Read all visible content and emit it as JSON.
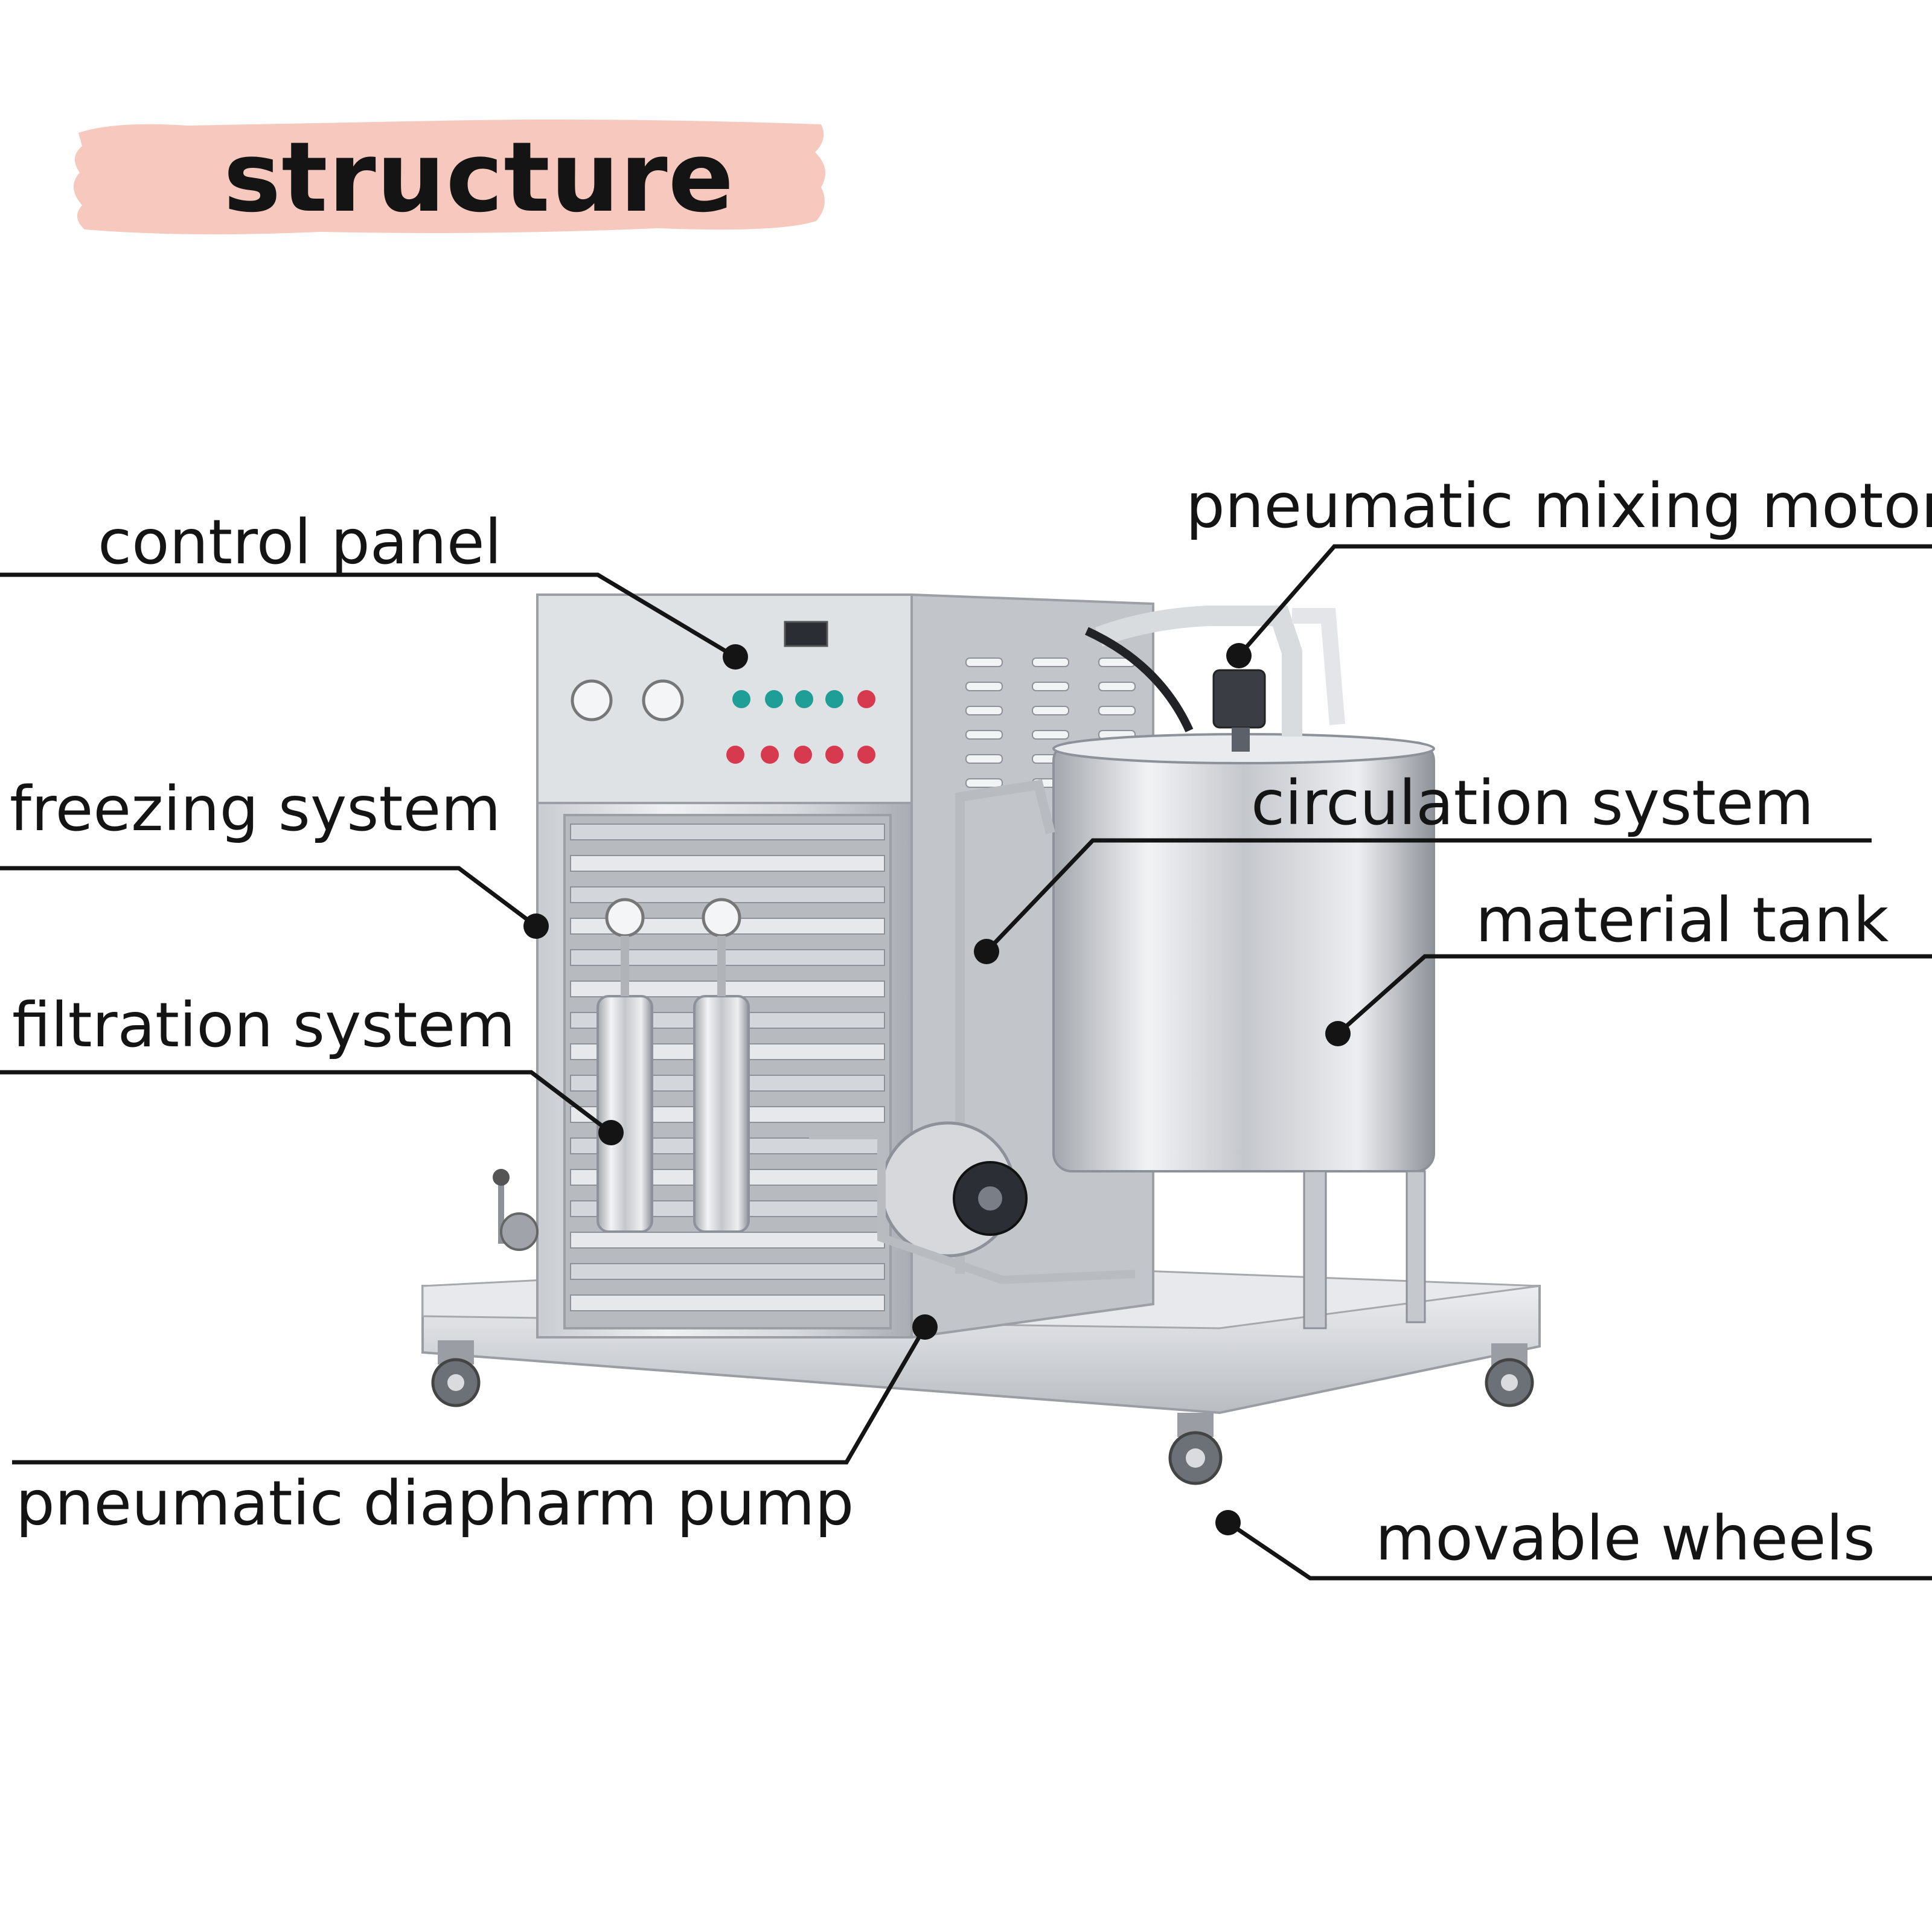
{
  "title": "structure",
  "colors": {
    "title_band": "#f6c8be",
    "leader_line": "#141414",
    "steel_light": "#e4e6ea",
    "steel_dark": "#8d9199",
    "button_teal": "#1f9e98",
    "button_red": "#d7394e"
  },
  "labels": [
    {
      "id": "control-panel",
      "text": "control panel"
    },
    {
      "id": "freezing-system",
      "text": "freezing system"
    },
    {
      "id": "filtration-system",
      "text": "filtration system"
    },
    {
      "id": "pneumatic-mixing-motor",
      "text": "pneumatic mixing motor"
    },
    {
      "id": "circulation-system",
      "text": "circulation system"
    },
    {
      "id": "material-tank",
      "text": "material tank"
    },
    {
      "id": "pneumatic-diapharm-pump",
      "text": "pneumatic diapharm pump"
    },
    {
      "id": "movable-wheels",
      "text": "movable wheels"
    }
  ],
  "machine_icon": "stainless-steel-perfume-freezing-filtering-machine"
}
